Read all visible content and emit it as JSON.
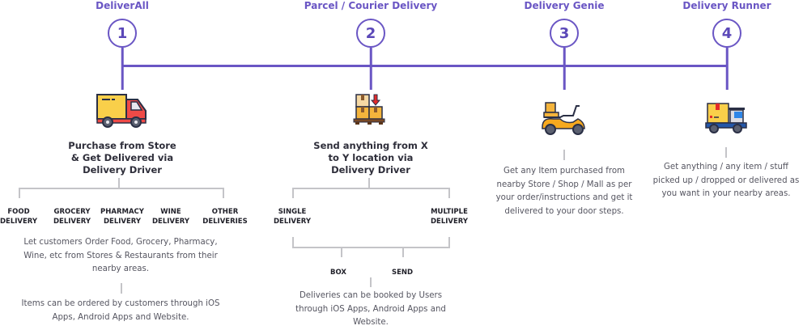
{
  "colors": {
    "accent": "#6a56c4",
    "connector": "#c4c4c8",
    "heading": "#2e2e3a",
    "body_text": "#555560"
  },
  "steps": [
    {
      "number": "1",
      "title": "DeliverAll",
      "icon": "delivery-truck-icon",
      "heading": [
        "Purchase from Store",
        "& Get Delivered via",
        "Delivery Driver"
      ],
      "categories": [
        [
          "FOOD",
          "DELIVERY"
        ],
        [
          "GROCERY",
          "DELIVERY"
        ],
        [
          "PHARMACY",
          "DELIVERY"
        ],
        [
          "WINE",
          "DELIVERY"
        ],
        [
          "OTHER",
          "DELIVERIES"
        ]
      ],
      "description": [
        "Let customers Order Food, Grocery, Pharmacy,",
        "Wine, etc from Stores & Restaurants from their",
        "nearby areas."
      ],
      "note": [
        "Items can be ordered by customers through iOS",
        "Apps, Android Apps and Website."
      ]
    },
    {
      "number": "2",
      "title": "Parcel / Courier Delivery",
      "icon": "parcel-boxes-icon",
      "heading": [
        "Send anything from X",
        "to Y location via",
        "Delivery Driver"
      ],
      "categories": [
        [
          "SINGLE",
          "DELIVERY"
        ],
        [
          "MULTIPLE",
          "DELIVERY"
        ]
      ],
      "options": [
        "BOX",
        "SEND"
      ],
      "description": [
        "Deliveries can be booked by Users",
        "through iOS Apps, Android Apps and",
        "Website."
      ]
    },
    {
      "number": "3",
      "title": "Delivery Genie",
      "icon": "scooter-icon",
      "description": [
        "Get any Item purchased from",
        "nearby Store / Shop / Mall as per",
        "your order/instructions and get it",
        "delivered to your door steps."
      ]
    },
    {
      "number": "4",
      "title": "Delivery Runner",
      "icon": "cargo-truck-icon",
      "description": [
        "Get anything / any item / stuff",
        "picked up / dropped or delivered as",
        "you want in your nearby areas."
      ]
    }
  ]
}
